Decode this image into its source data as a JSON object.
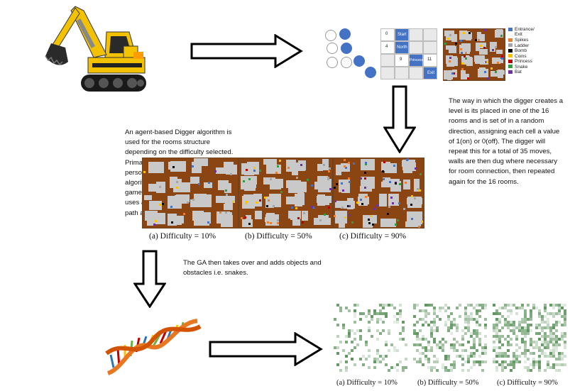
{
  "notes": {
    "digger_intro": "An agent-based Digger algorithm is used for the rooms structure depending on the difficulty selected. Primarily for map building in a first-person shooter games the digger algorithm can provide a platformer game with interesting level builds.  I uses a graph of the required level path and digs a path through it.",
    "digger_process": "The way in which the digger creates a level is its placed in one of the 16 rooms and is set of in a random direction, assigning each cell a value of 1(on) or 0(off). The digger will repeat this for a total of 35 moves, walls are then dug where necessary for room connection, then repeated again for the 16 rooms.",
    "ga_note": "The GA then takes over and adds objects and obstacles i.e. snakes."
  },
  "level_maps": {
    "captions": [
      "(a) Difficulty = 10%",
      "(b) Difficulty = 50%",
      "(c) Difficulty = 90%"
    ]
  },
  "heatmaps": {
    "captions": [
      "(a) Difficulty = 10%",
      "(b) Difficulty = 50%",
      "(c) Difficulty = 90%"
    ]
  },
  "grid_labels": {
    "start": "Start",
    "north": "North",
    "princess": "Princess",
    "exit": "Exit",
    "n0": "0",
    "n4": "4",
    "n9": "9",
    "n11": "11"
  },
  "legend": [
    {
      "label": "Entrance/\nExit",
      "color": "#4472c4"
    },
    {
      "label": "Spikes",
      "color": "#ed7d31"
    },
    {
      "label": "Ladder",
      "color": "#a5a5a5"
    },
    {
      "label": "Bomb",
      "color": "#000000"
    },
    {
      "label": "Coins",
      "color": "#ffc000"
    },
    {
      "label": "Princess",
      "color": "#c00000"
    },
    {
      "label": "Snake",
      "color": "#2e9d3f"
    },
    {
      "label": "Bat",
      "color": "#7030a0"
    }
  ],
  "colors": {
    "dirt": "#8b4513",
    "room": "#c8c8c8",
    "node_blue": "#4472c4",
    "heat_green": "#4f8a4f"
  },
  "icons": {
    "excavator": "excavator-icon",
    "dna": "dna-helix-icon",
    "arrow": "block-arrow-icon"
  }
}
